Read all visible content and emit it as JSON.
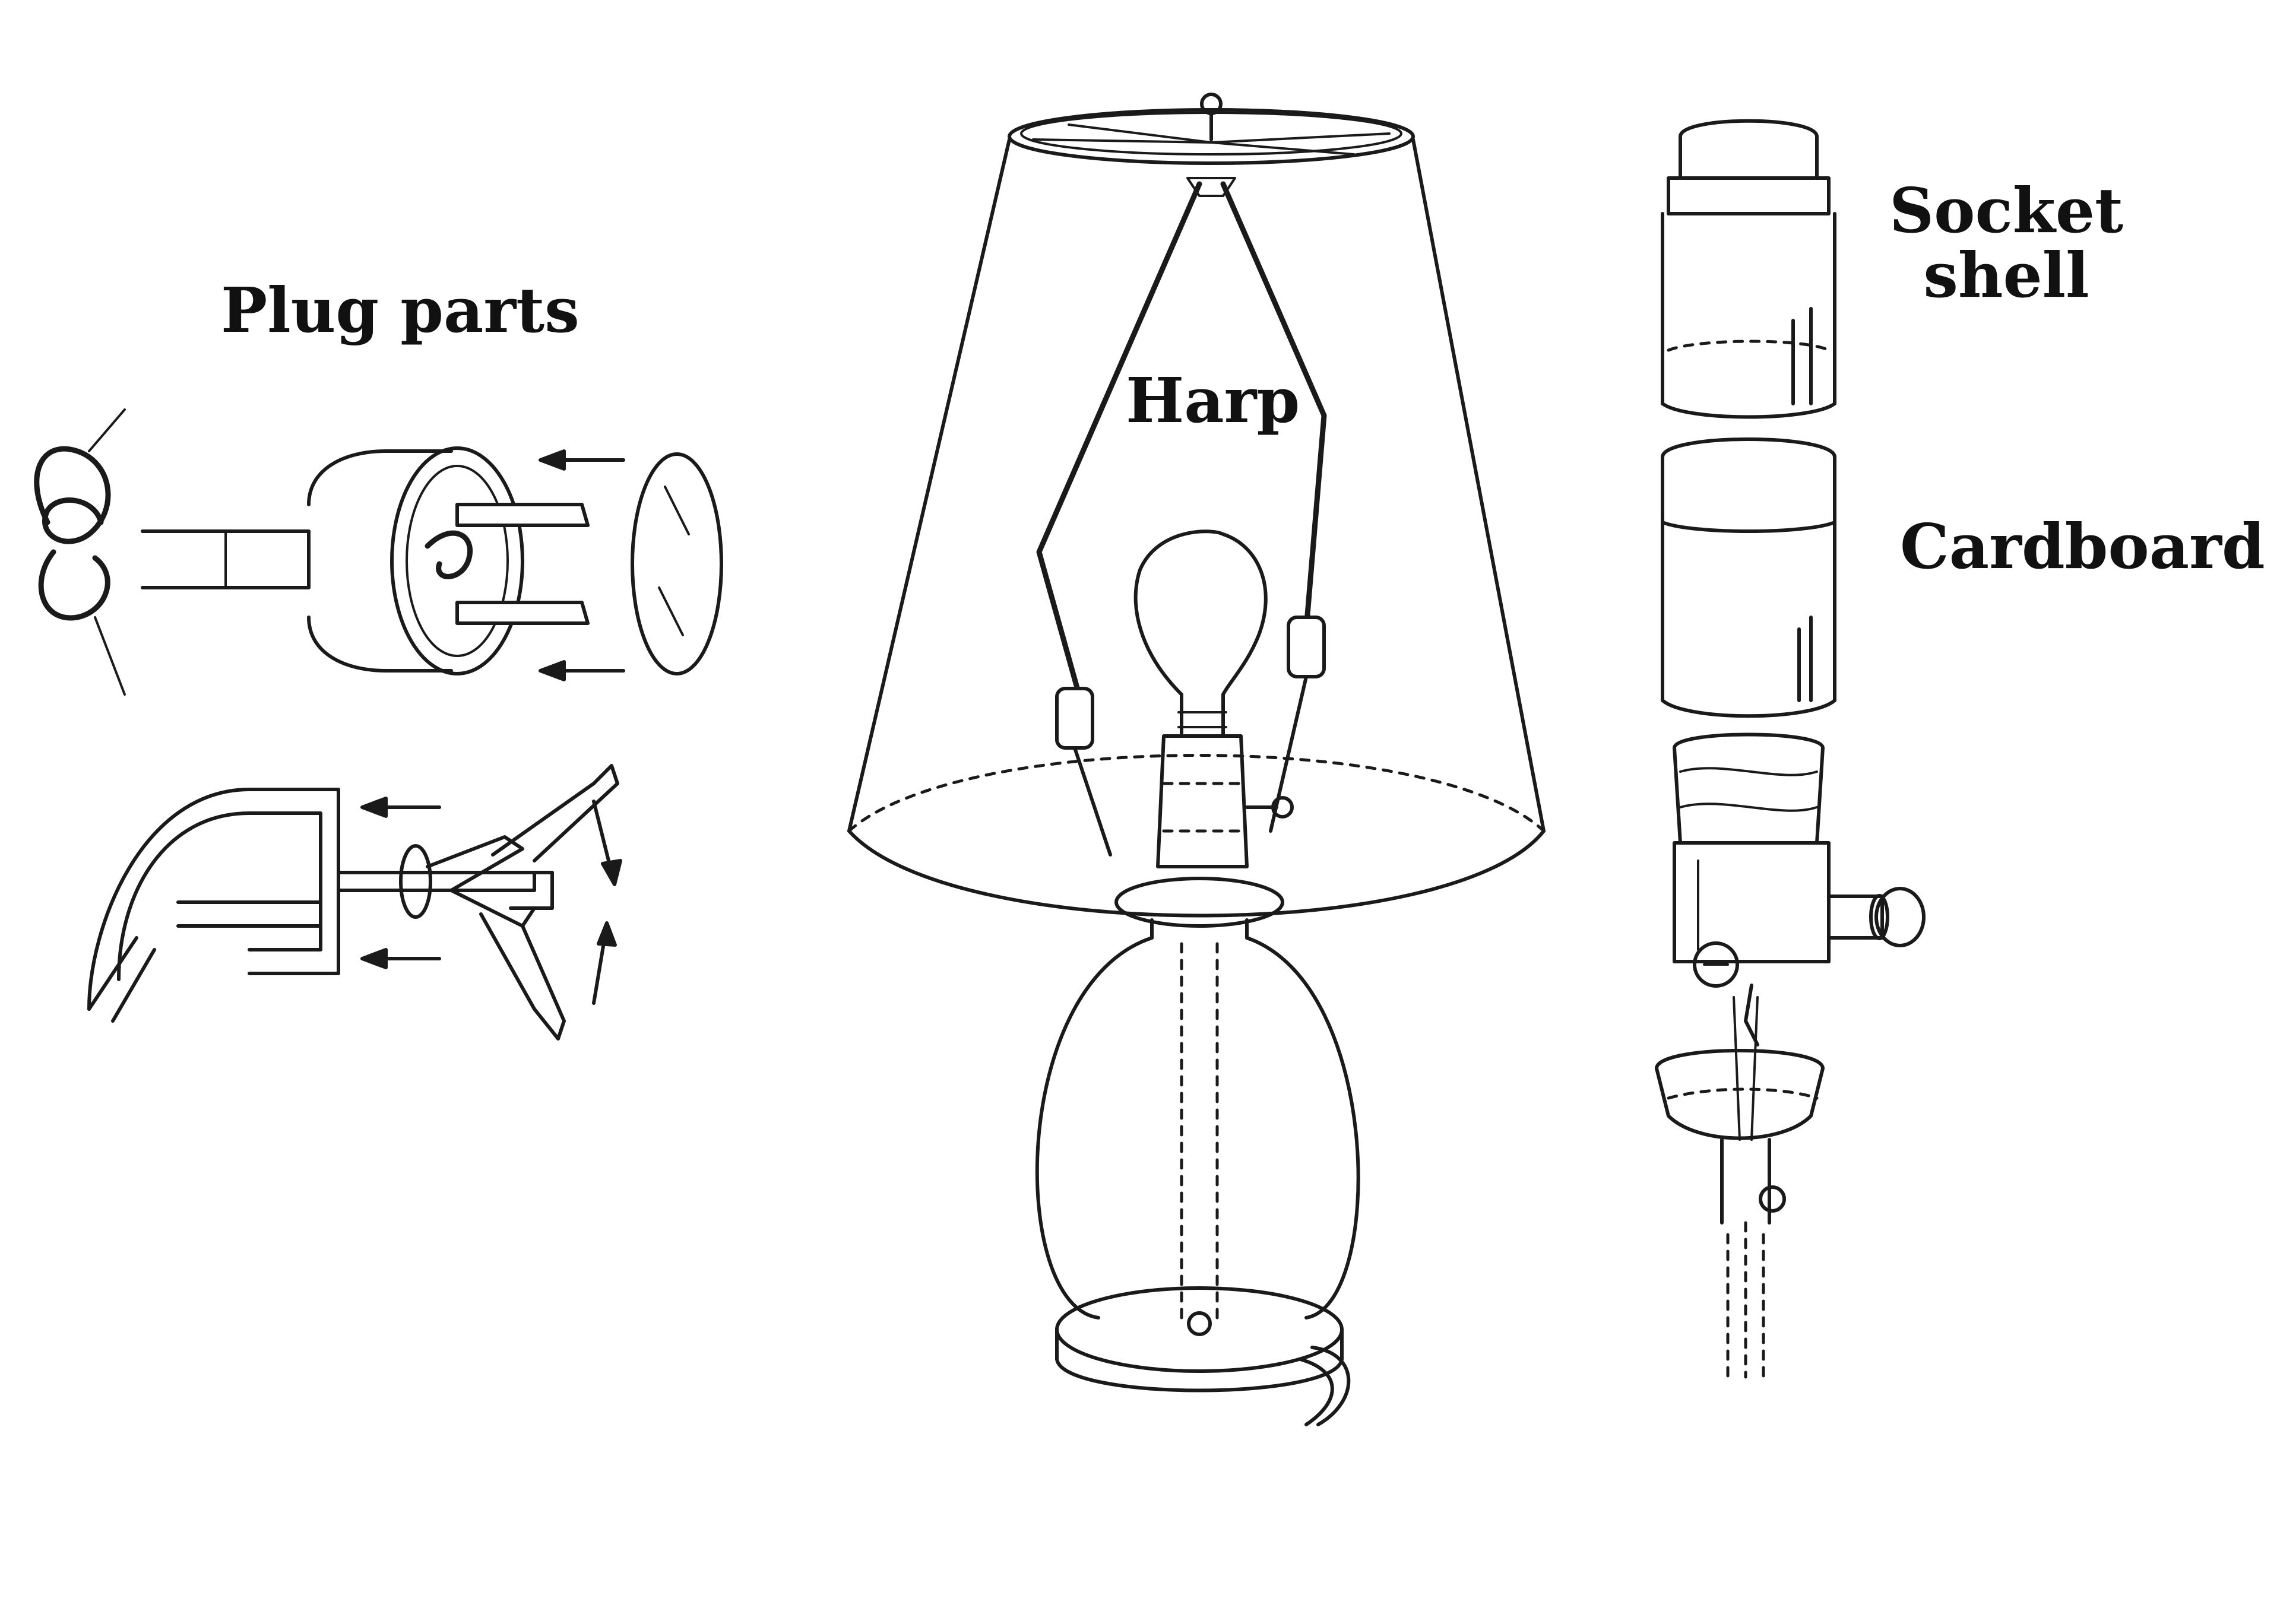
{
  "labels": {
    "plug_parts": "Plug parts",
    "harp": "Harp",
    "socket_shell_line1": "Socket",
    "socket_shell_line2": "shell",
    "cardboard": "Cardboard"
  },
  "colors": {
    "background": "#ffffff",
    "ink": "#1a1a1a"
  }
}
